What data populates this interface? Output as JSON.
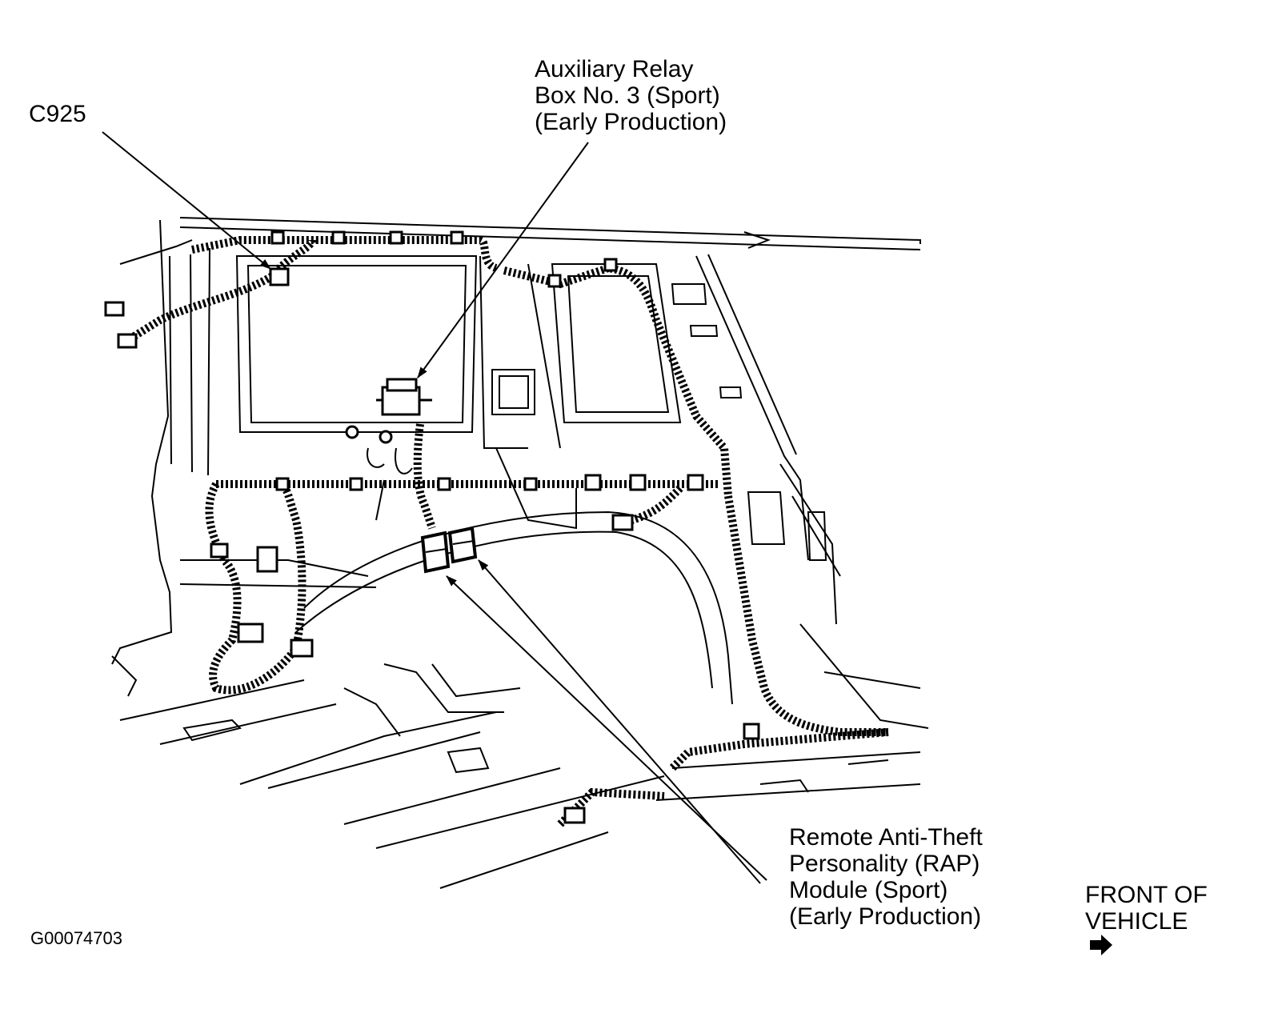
{
  "callouts": {
    "c925": "C925",
    "aux_relay": [
      "Auxiliary Relay",
      "Box No. 3 (Sport)",
      "(Early Production)"
    ],
    "rap_module": [
      "Remote Anti-Theft",
      "Personality (RAP)",
      "Module (Sport)",
      "(Early Production)"
    ]
  },
  "orientation": [
    "FRONT OF",
    "VEHICLE"
  ],
  "figure_id": "G00074703",
  "icons": {
    "front_arrow": "right-arrow-icon"
  },
  "colors": {
    "line": "#000000",
    "background": "#ffffff"
  }
}
